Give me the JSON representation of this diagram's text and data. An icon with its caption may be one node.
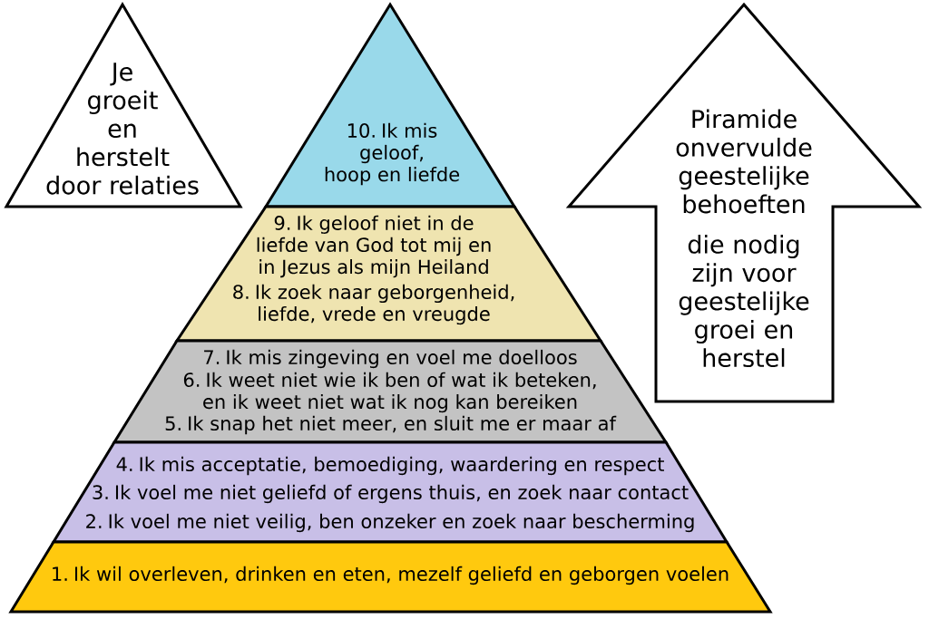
{
  "diagram": {
    "nodes": [
      {
        "text": [
          "Je groeit en herstelt door relaties"
        ]
      },
      {
        "text": [
          "10. Ik mis geloof, hoop en liefde"
        ]
      },
      {
        "text": [
          "9. Ik geloof niet in de liefde van God tot mij en in Jezus als mijn Heiland",
          "8. Ik zoek naar geborgenheid, liefde, vrede en vreugde"
        ]
      },
      {
        "text": [
          "7. Ik mis zingeving en voel me doelloos",
          "6. Ik weet niet wie ik ben of wat ik beteken, en ik weet niet wat ik nog kan bereiken",
          "5. Ik snap het niet meer, en sluit me er maar af"
        ]
      },
      {
        "text": [
          "4. Ik mis acceptatie, bemoediging, waardering en respect",
          "3. Ik voel me niet geliefd of ergens thuis, en zoek naar contact",
          "2. Ik voel me niet veilig, ben onzeker en zoek naar bescherming"
        ]
      },
      {
        "text": [
          "1. Ik wil overleven, drinken en eten, mezelf geliefd en geborgen voelen"
        ]
      },
      {
        "text": [
          "Piramide onvervulde geestelijke behoeften",
          "die nodig zijn voor geestelijke groei en herstel"
        ]
      }
    ]
  }
}
